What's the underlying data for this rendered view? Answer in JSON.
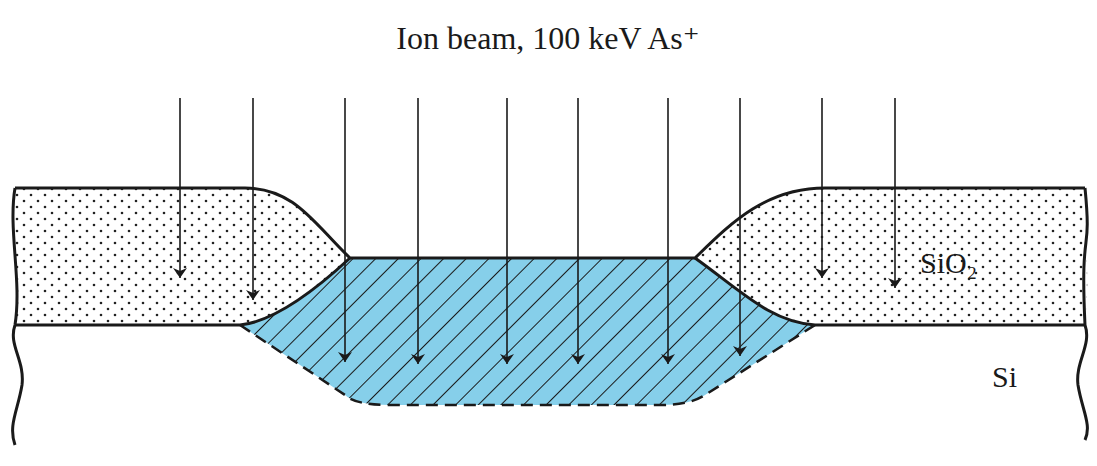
{
  "diagram": {
    "title": "Ion beam, 100 keV As⁺",
    "labels": [
      "SiO₂",
      "Si"
    ]
  }
}
